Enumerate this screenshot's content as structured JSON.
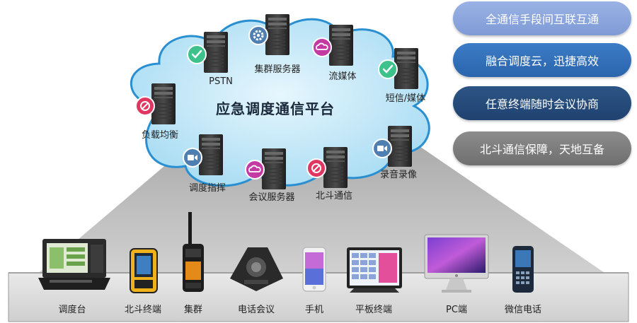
{
  "platform": {
    "title": "应急调度通信平台",
    "nodes": [
      {
        "label": "PSTN",
        "badge": "check"
      },
      {
        "label": "集群服务器",
        "badge": "gear"
      },
      {
        "label": "流媒体",
        "badge": "cloud"
      },
      {
        "label": "短信/媒体",
        "badge": "check"
      },
      {
        "label": "负载均衡",
        "badge": "block"
      },
      {
        "label": "调度指挥",
        "badge": "video"
      },
      {
        "label": "会议服务器",
        "badge": "cloud"
      },
      {
        "label": "北斗通信",
        "badge": "block"
      },
      {
        "label": "录音录像",
        "badge": "video"
      }
    ]
  },
  "features": [
    {
      "label": "全通信手段间互联互通",
      "color": "#8fa9df"
    },
    {
      "label": "融合调度云，迅捷高效",
      "color": "#3370b8"
    },
    {
      "label": "任意终端随时会议协商",
      "color": "#274c7a"
    },
    {
      "label": "北斗通信保障，天地互备",
      "color": "#7f7f7f"
    }
  ],
  "devices": [
    {
      "label": "调度台"
    },
    {
      "label": "北斗终端"
    },
    {
      "label": "集群"
    },
    {
      "label": "电话会议"
    },
    {
      "label": "手机"
    },
    {
      "label": "平板终端"
    },
    {
      "label": "PC端"
    },
    {
      "label": "微信电话"
    }
  ],
  "colors": {
    "cloud_fill": "#bfe7f7",
    "cloud_stroke": "#2a8fd0",
    "badge_check": "#3cc28a",
    "badge_gear": "#4f7fb0",
    "badge_cloud": "#c43aa3",
    "badge_block": "#e0365f",
    "badge_video": "#4f7fb0"
  }
}
